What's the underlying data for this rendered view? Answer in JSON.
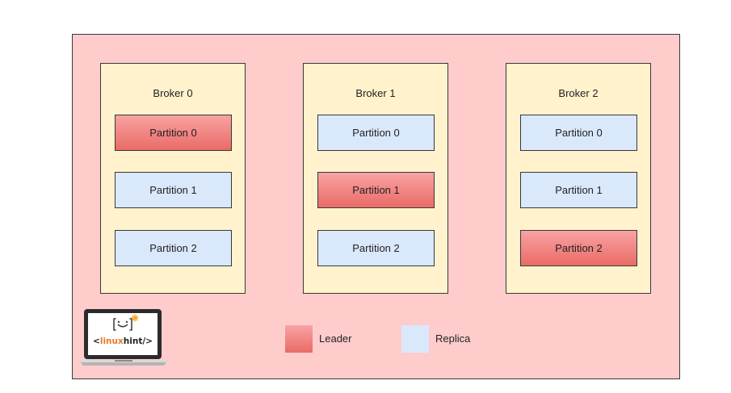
{
  "brokers": [
    {
      "title": "Broker 0",
      "partitions": [
        {
          "label": "Partition 0",
          "role": "leader"
        },
        {
          "label": "Partition 1",
          "role": "replica"
        },
        {
          "label": "Partition 2",
          "role": "replica"
        }
      ]
    },
    {
      "title": "Broker 1",
      "partitions": [
        {
          "label": "Partition 0",
          "role": "replica"
        },
        {
          "label": "Partition 1",
          "role": "leader"
        },
        {
          "label": "Partition 2",
          "role": "replica"
        }
      ]
    },
    {
      "title": "Broker 2",
      "partitions": [
        {
          "label": "Partition 0",
          "role": "replica"
        },
        {
          "label": "Partition 1",
          "role": "replica"
        },
        {
          "label": "Partition 2",
          "role": "leader"
        }
      ]
    }
  ],
  "legend": {
    "leader_label": "Leader",
    "replica_label": "Replica"
  },
  "logo": {
    "text": "<linuxhint/>"
  },
  "colors": {
    "cluster_fill": "#ffcccc",
    "broker_fill": "#fff2cc",
    "leader_fill_top": "#f8a3a3",
    "leader_fill_bottom": "#ea6b66",
    "replica_fill": "#dae8fc",
    "stroke": "#36393d"
  }
}
